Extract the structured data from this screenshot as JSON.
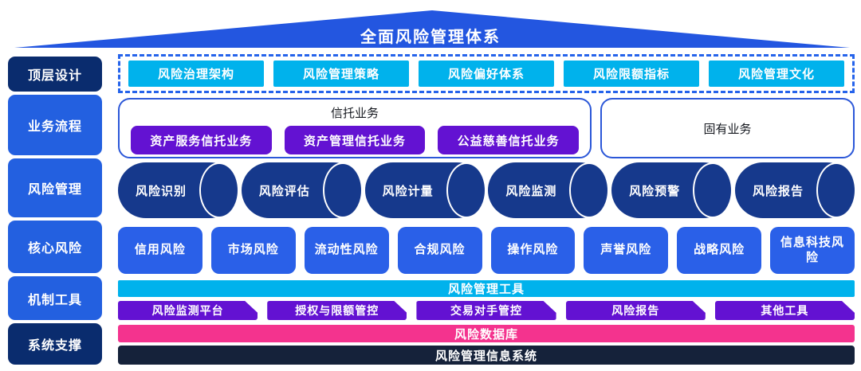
{
  "title": "全面风险管理体系",
  "sidebar": {
    "items": [
      "顶层设计",
      "业务流程",
      "风险管理",
      "核心风险",
      "机制工具",
      "系统支撑"
    ]
  },
  "top_design": {
    "items": [
      "风险治理架构",
      "风险管理策略",
      "风险偏好体系",
      "风险限额指标",
      "风险管理文化"
    ]
  },
  "business": {
    "trust_title": "信托业务",
    "trust_items": [
      "资产服务信托业务",
      "资产管理信托业务",
      "公益慈善信托业务"
    ],
    "inherent_title": "固有业务"
  },
  "process": {
    "items": [
      "风险识别",
      "风险评估",
      "风险计量",
      "风险监测",
      "风险预警",
      "风险报告"
    ]
  },
  "core_risks": {
    "items": [
      "信用风险",
      "市场风险",
      "流动性风险",
      "合规风险",
      "操作风险",
      "声誉风险",
      "战略风险",
      "信息科技风险"
    ]
  },
  "tools": {
    "bar_label": "风险管理工具",
    "items": [
      "风险监测平台",
      "授权与限额管控",
      "交易对手管控",
      "风险报告",
      "其他工具"
    ]
  },
  "support": {
    "database_label": "风险数据库",
    "system_label": "风险管理信息系统"
  },
  "colors": {
    "accent_blue": "#2360e0",
    "dark_navy": "#0a2c6e",
    "cylinder_navy": "#16398c",
    "cyan": "#00b2ec",
    "purple": "#6312d2",
    "pink": "#f4338e",
    "dark_bar": "#15223a"
  }
}
